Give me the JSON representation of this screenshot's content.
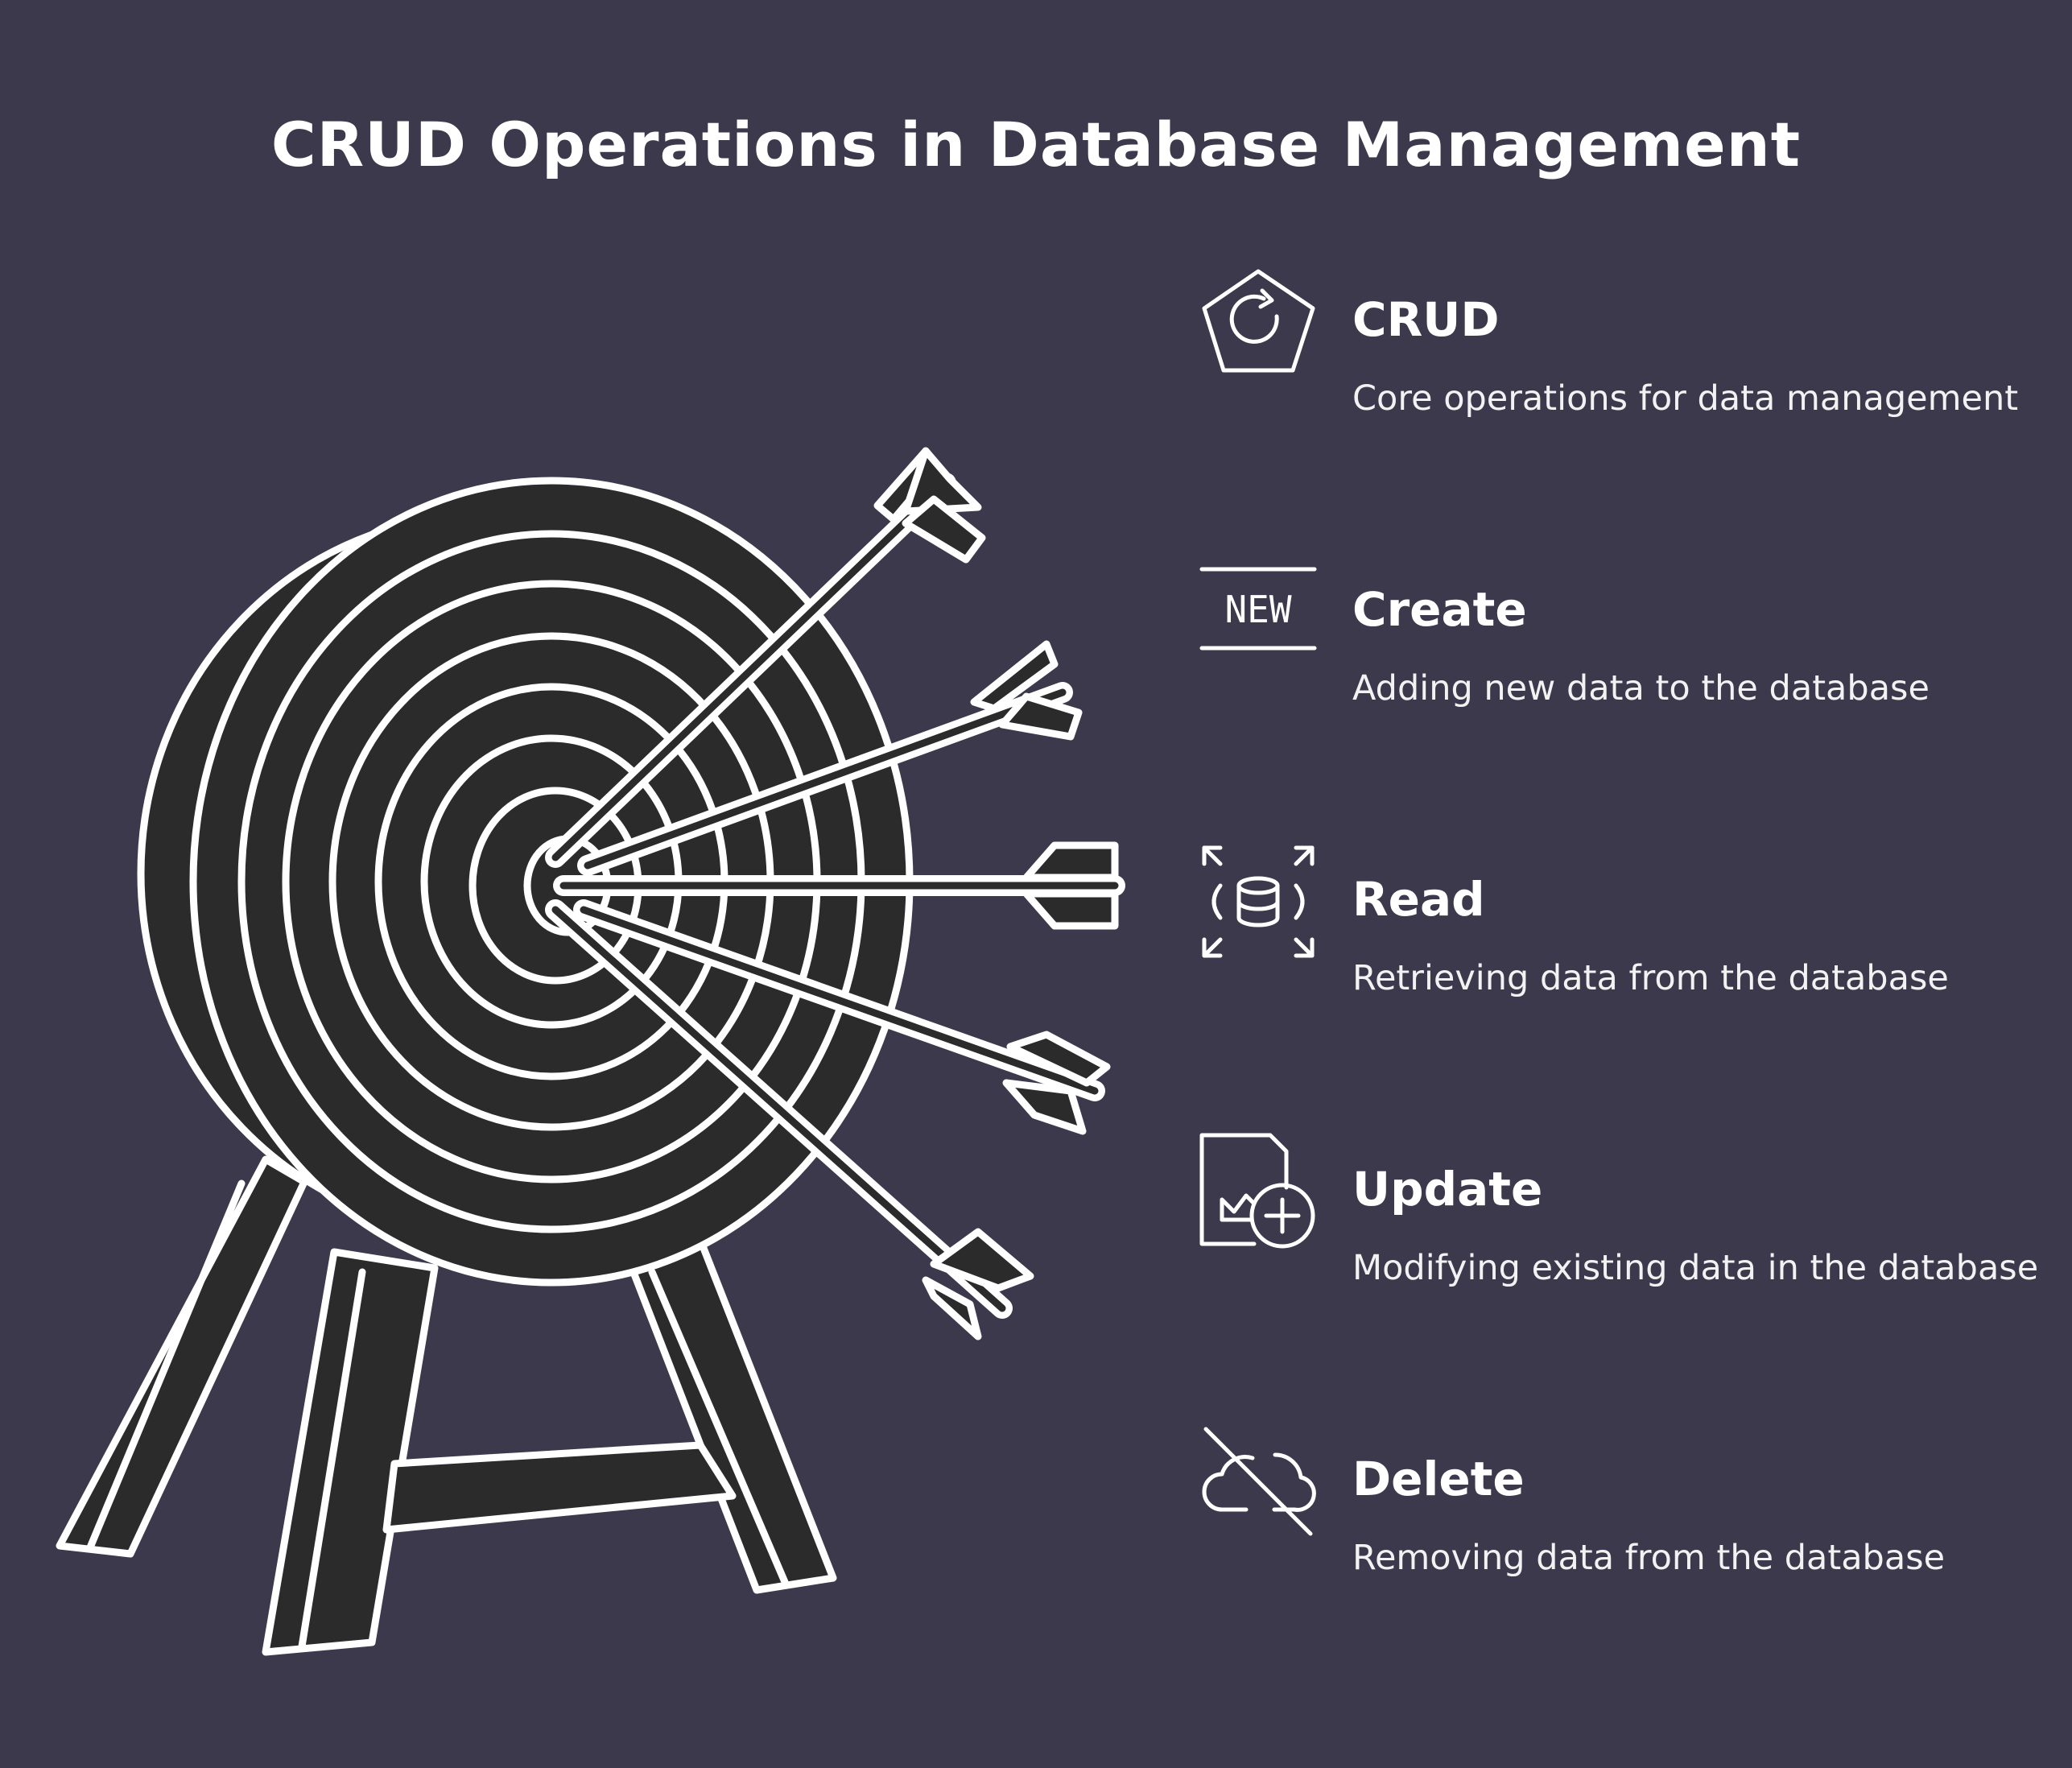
{
  "title": "CRUD Operations in Database Management",
  "colors": {
    "background": "#3c394c",
    "target_fill": "#2b2b2b",
    "stroke": "#ffffff"
  },
  "items": [
    {
      "icon": "cycle-pentagon-icon",
      "label": "CRUD",
      "description": "Core operations for data management"
    },
    {
      "icon": "new-badge-icon",
      "label": "Create",
      "description": "Adding new data to the database"
    },
    {
      "icon": "database-expand-icon",
      "label": "Read",
      "description": "Retrieving data from the database"
    },
    {
      "icon": "document-chart-add-icon",
      "label": "Update",
      "description": "Modifying existing data in the database"
    },
    {
      "icon": "cloud-off-icon",
      "label": "Delete",
      "description": "Removing data from the database"
    }
  ],
  "icon_texts": {
    "new_badge": "NEW"
  }
}
